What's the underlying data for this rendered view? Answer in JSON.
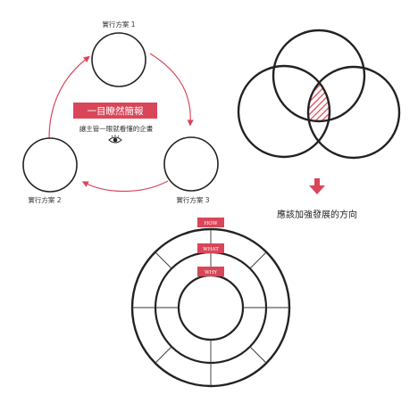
{
  "cycle": {
    "plan1_label": "實行方案 1",
    "plan2_label": "實行方案 2",
    "plan3_label": "實行方案 3",
    "banner_text": "一目瞭然簡報",
    "banner_sub": "讓主管一眼就看懂的企畫",
    "accent_color": "#d9465a",
    "eye_icon": "eye-icon"
  },
  "venn": {
    "caption": "應該加強發展的方向",
    "arrow_icon": "down-arrow-icon",
    "highlight_color": "#d9465a"
  },
  "rings": {
    "labels": [
      "HOW",
      "WHAT",
      "WHY"
    ],
    "tag_color": "#d9465a"
  }
}
